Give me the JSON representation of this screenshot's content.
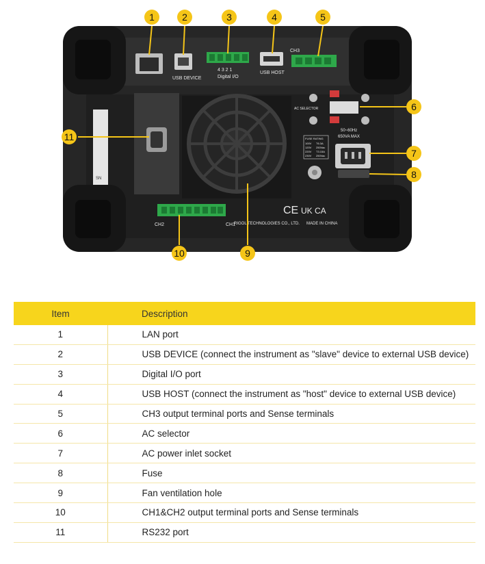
{
  "figure": {
    "callouts": [
      "1",
      "2",
      "3",
      "4",
      "5",
      "6",
      "7",
      "8",
      "9",
      "10",
      "11"
    ],
    "panel_labels": {
      "usb_device": "USB DEVICE",
      "usb_host": "USB HOST",
      "digital_io": "Digital I/O",
      "digital_io_pins": "4  3  2  1",
      "ch3": "CH3",
      "ch2": "CH2",
      "ch1": "CH1",
      "ac_selector": "AC SELECTOR",
      "freq_power": "50~60Hz",
      "va_max": "650VA MAX",
      "fuse_rating": "FUSE RATING",
      "fuse_rows": [
        [
          "100V",
          "T6.3A"
        ],
        [
          "120V",
          "250Vac"
        ],
        [
          "220V",
          "T3.15A"
        ],
        [
          "230V",
          "250Vac"
        ]
      ],
      "maker": "RIGOL TECHNOLOGIES CO., LTD.",
      "made_in": "MADE IN CHINA",
      "ce_mark": "CE",
      "ukca_mark": "UK CA",
      "sn": "SN"
    }
  },
  "table": {
    "headers": {
      "item": "Item",
      "description": "Description"
    },
    "rows": [
      {
        "item": "1",
        "description": "LAN port"
      },
      {
        "item": "2",
        "description": "USB DEVICE (connect the instrument as \"slave\" device to external USB device)"
      },
      {
        "item": "3",
        "description": "Digital I/O port"
      },
      {
        "item": "4",
        "description": "USB HOST (connect the instrument as \"host\" device to external USB device)"
      },
      {
        "item": "5",
        "description": "CH3 output terminal ports and Sense terminals"
      },
      {
        "item": "6",
        "description": "AC selector"
      },
      {
        "item": "7",
        "description": "AC power inlet socket"
      },
      {
        "item": "8",
        "description": "Fuse"
      },
      {
        "item": "9",
        "description": "Fan ventilation hole"
      },
      {
        "item": "10",
        "description": "CH1&CH2 output terminal ports and Sense terminals"
      },
      {
        "item": "11",
        "description": "RS232 port"
      }
    ]
  },
  "colors": {
    "callout": "#f5c518",
    "table_header": "#f7d51c",
    "chassis": "#2a2a2a",
    "bumper": "#1a1a1a",
    "terminal": "#2ea84a"
  }
}
